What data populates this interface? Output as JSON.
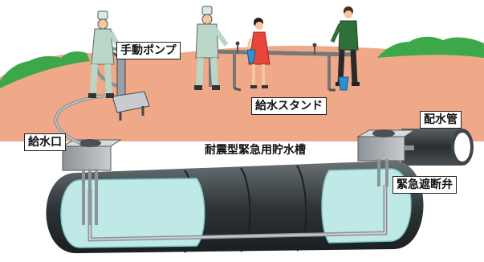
{
  "labels": {
    "hand_pump": "手動ポンプ",
    "supply_port": "給水口",
    "supply_stand": "給水スタンド",
    "quake_tank": "耐震型緊急用貯水槽",
    "water_main": "配水管",
    "emergency_valve": "緊急遮断弁"
  },
  "colors": {
    "ground": "#f0a988",
    "grass": "#3da84a",
    "sky": "#ffffff",
    "tank_body": "#3f4548",
    "tank_water": "#bfe9e6",
    "worker_suit": "#b9d6c6",
    "hose": "#8a9096"
  },
  "icons": [
    "worker-figure",
    "child-figure",
    "adult-figure",
    "bucket-icon",
    "hand-pump-icon",
    "faucet-icon",
    "valve-icon"
  ]
}
